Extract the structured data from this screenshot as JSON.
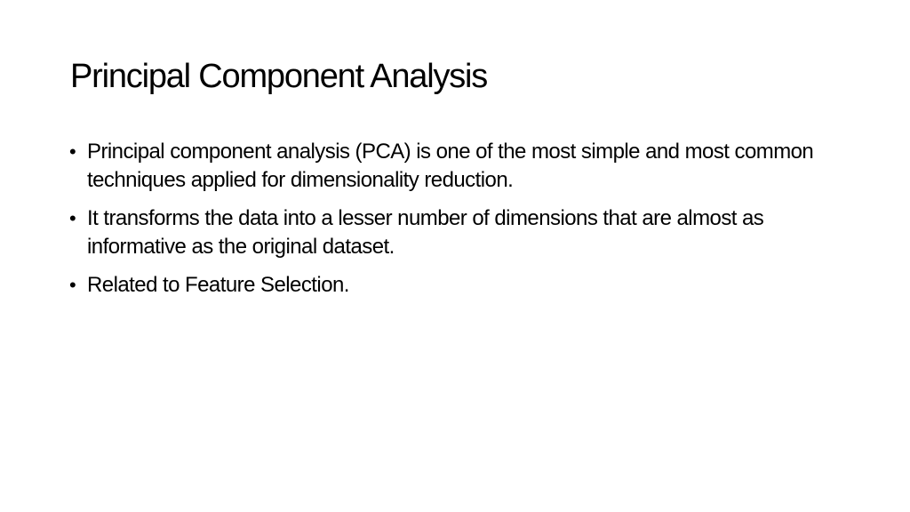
{
  "slide": {
    "title": "Principal Component Analysis",
    "bullets": [
      {
        "marker": "•",
        "text": "Principal component analysis (PCA) is one of the most simple and most common techniques applied for dimensionality reduction."
      },
      {
        "marker": "•",
        "text": "It transforms the data into a lesser number of dimensions that are almost as informative as the original dataset."
      },
      {
        "marker": "•",
        "text": "Related to Feature Selection."
      }
    ],
    "colors": {
      "background": "#ffffff",
      "text": "#000000"
    }
  }
}
